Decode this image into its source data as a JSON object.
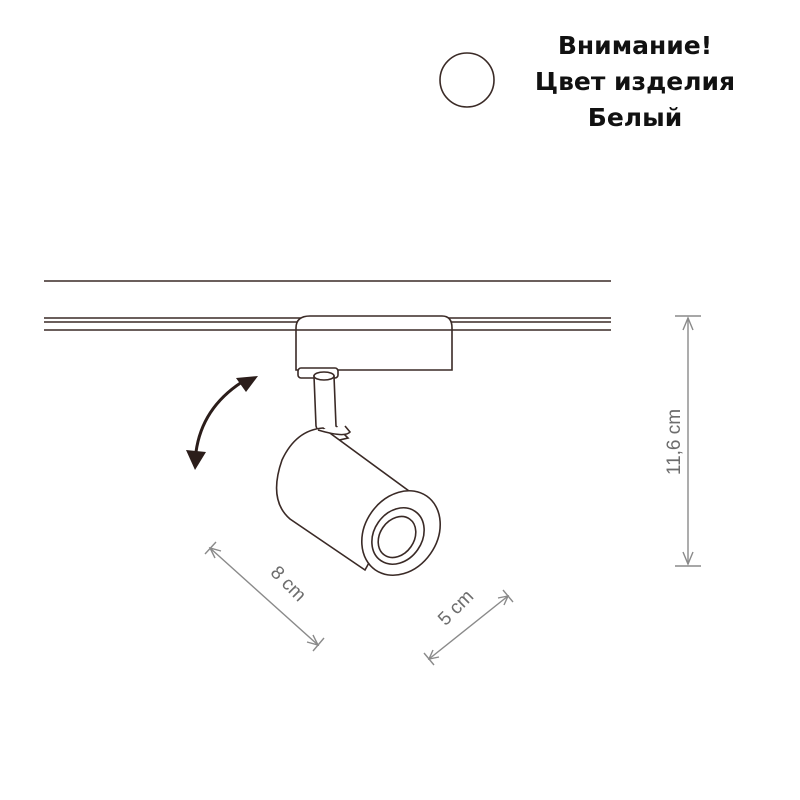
{
  "notice": {
    "line1": "Внимание!",
    "line2": "Цвет изделия",
    "line3": "Белый"
  },
  "swatch": {
    "name": "white-color-swatch",
    "color": "#ffffff"
  },
  "dimensions": {
    "height": "11,6 cm",
    "length": "8 cm",
    "diameter": "5 cm"
  },
  "colors": {
    "outline": "#3a2a26",
    "dimension": "#8a8a8a",
    "arrow": "#2b1d1a"
  },
  "icons": [
    "rotation-arrow-icon"
  ]
}
